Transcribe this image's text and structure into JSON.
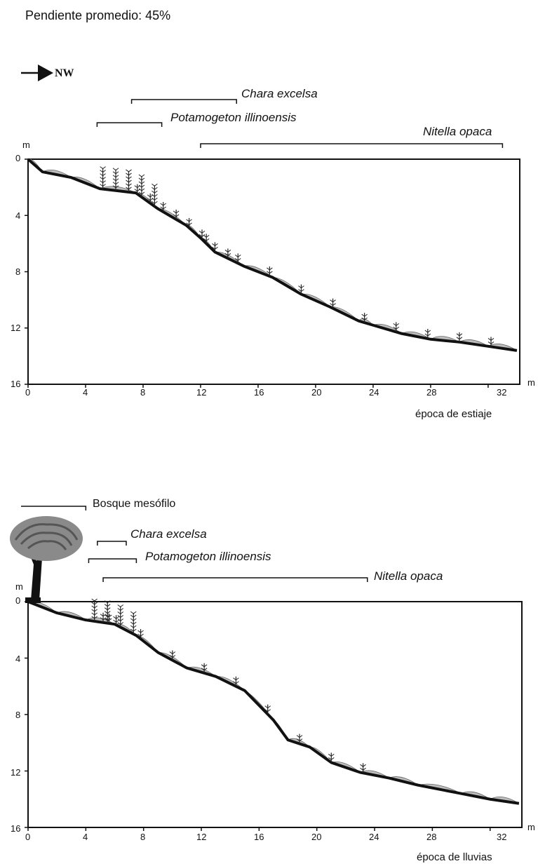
{
  "slope_label": "Pendiente promedio: 45%",
  "direction_label": "NW",
  "panels": [
    {
      "season": "época de estiaje",
      "unit_y": "m",
      "unit_x": "m",
      "y_ticks": [
        "0",
        "4",
        "8",
        "12",
        "16"
      ],
      "x_ticks": [
        "0",
        "4",
        "8",
        "12",
        "16",
        "20",
        "24",
        "28",
        "32"
      ],
      "species": [
        {
          "name": "Chara excelsa",
          "range_m": [
            7.2,
            14.5
          ]
        },
        {
          "name": "Potamogeton illinoensis",
          "range_m": [
            4.8,
            9.3
          ]
        },
        {
          "name": "Nitella opaca",
          "range_m": [
            12.0,
            33.0
          ]
        }
      ],
      "profile": [
        [
          0,
          0
        ],
        [
          1,
          0.9
        ],
        [
          3,
          1.3
        ],
        [
          5,
          2.1
        ],
        [
          7.5,
          2.4
        ],
        [
          9,
          3.5
        ],
        [
          11,
          4.7
        ],
        [
          12,
          5.6
        ],
        [
          13,
          6.6
        ],
        [
          15,
          7.6
        ],
        [
          17,
          8.4
        ],
        [
          19,
          9.6
        ],
        [
          21,
          10.5
        ],
        [
          23,
          11.5
        ],
        [
          24,
          11.8
        ],
        [
          26,
          12.4
        ],
        [
          28,
          12.8
        ],
        [
          30,
          13.0
        ],
        [
          32,
          13.3
        ],
        [
          34,
          13.6
        ]
      ]
    },
    {
      "season": "época de lluvias",
      "unit_y": "m",
      "unit_x": "m",
      "y_ticks": [
        "0",
        "4",
        "8",
        "12",
        "16"
      ],
      "x_ticks": [
        "0",
        "4",
        "8",
        "12",
        "16",
        "20",
        "24",
        "28",
        "32"
      ],
      "forest_label": "Bosque mesófilo",
      "forest_range_m": [
        -0.5,
        4.0
      ],
      "species": [
        {
          "name": "Chara excelsa",
          "range_m": [
            4.8,
            6.8
          ]
        },
        {
          "name": "Potamogeton illinoensis",
          "range_m": [
            4.2,
            7.5
          ]
        },
        {
          "name": "Nitella opaca",
          "range_m": [
            5.2,
            23.5
          ]
        }
      ],
      "profile": [
        [
          0,
          0
        ],
        [
          2,
          0.8
        ],
        [
          4,
          1.3
        ],
        [
          6,
          1.6
        ],
        [
          7.5,
          2.4
        ],
        [
          9,
          3.6
        ],
        [
          11,
          4.7
        ],
        [
          13,
          5.3
        ],
        [
          15,
          6.3
        ],
        [
          17,
          8.4
        ],
        [
          18,
          9.8
        ],
        [
          19.5,
          10.3
        ],
        [
          21,
          11.4
        ],
        [
          23,
          12.1
        ],
        [
          25,
          12.5
        ],
        [
          27,
          13.0
        ],
        [
          30,
          13.6
        ],
        [
          32,
          14.0
        ],
        [
          34,
          14.3
        ]
      ]
    }
  ]
}
